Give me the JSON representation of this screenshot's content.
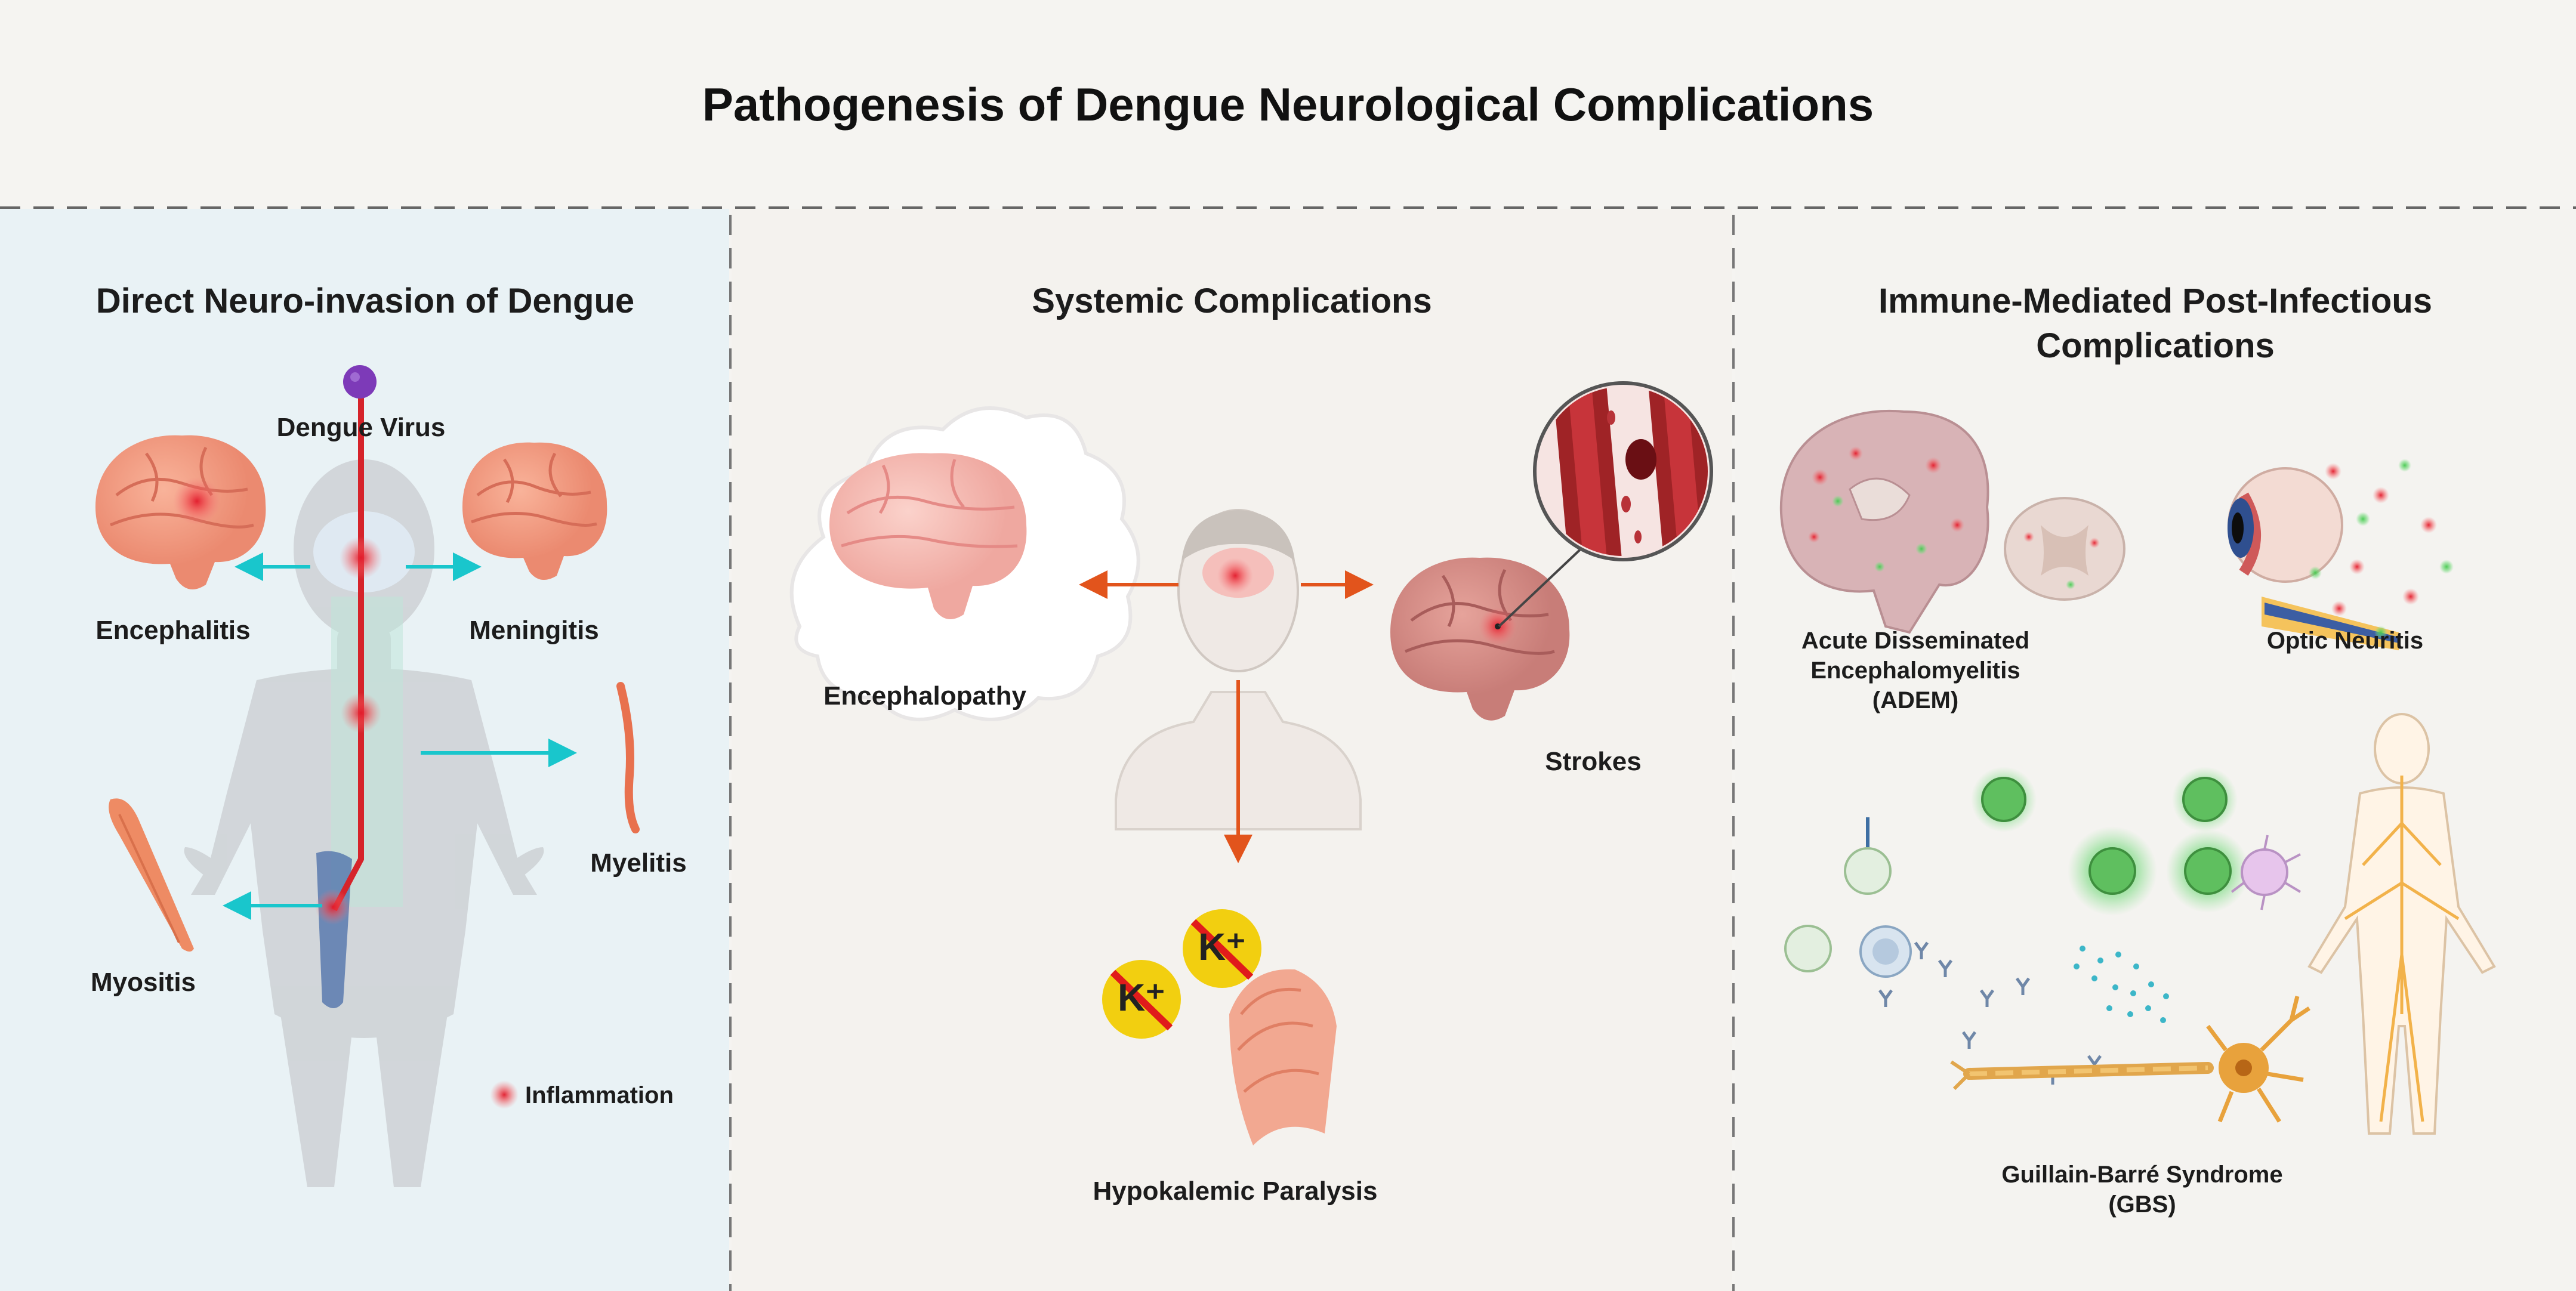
{
  "title": "Pathogenesis of Dengue Neurological Complications",
  "panels": {
    "left": {
      "heading": "Direct Neuro-invasion of Dengue",
      "virus": "Dengue Virus",
      "encephalitis": "Encephalitis",
      "meningitis": "Meningitis",
      "myelitis": "Myelitis",
      "myositis": "Myositis",
      "legend": "Inflammation"
    },
    "middle": {
      "heading": "Systemic Complications",
      "encephalopathy": "Encephalopathy",
      "strokes": "Strokes",
      "hypokalemic": "Hypokalemic Paralysis",
      "potassium": "K⁺"
    },
    "right": {
      "heading_l1": "Immune-Mediated Post-Infectious",
      "heading_l2": "Complications",
      "adem_l1": "Acute Disseminated",
      "adem_l2": "Encephalomyelitis",
      "adem_l3": "(ADEM)",
      "optic": "Optic Neuritis",
      "gbs_l1": "Guillain-Barré Syndrome",
      "gbs_l2": "(GBS)"
    }
  },
  "colors": {
    "left_panel_bg": "#e9f2f5",
    "arrow_cyan": "#19c6cc",
    "arrow_orange": "#e2541c",
    "virus_path_red": "#d6232a",
    "virus_purple": "#7d3ab8",
    "potassium_yellow": "#f2cf10"
  }
}
